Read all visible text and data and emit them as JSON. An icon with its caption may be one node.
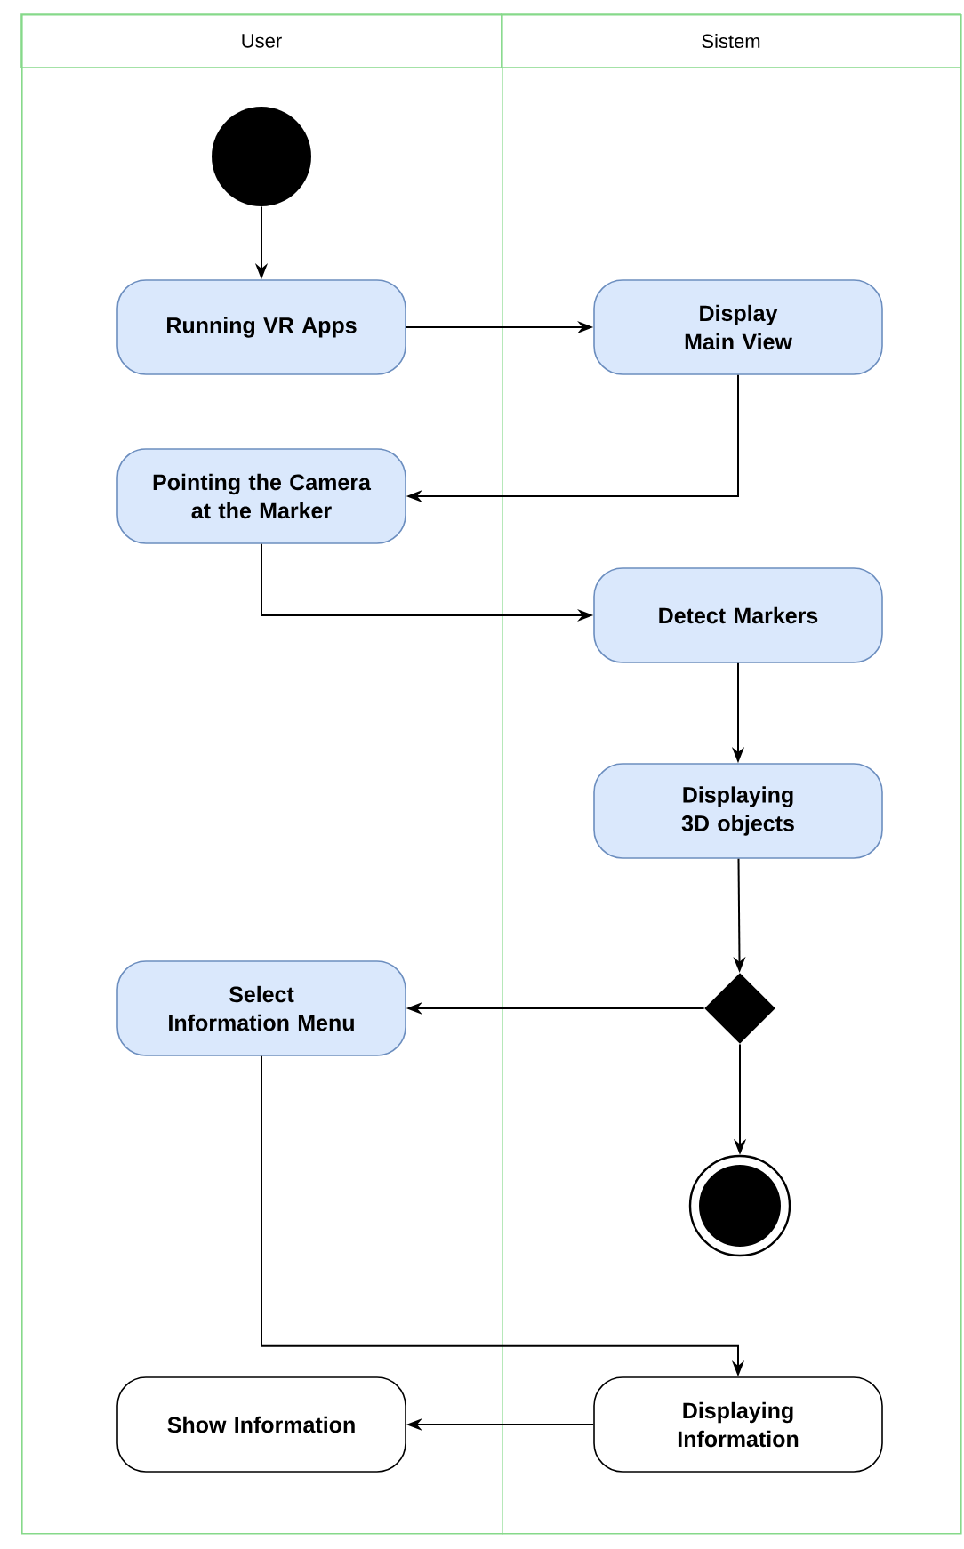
{
  "diagram": {
    "nodes": [
      {
        "text": [
          "User"
        ]
      },
      {
        "text": [
          "Sistem"
        ]
      },
      {
        "text": [],
        "shape": "circle",
        "in": 0
      },
      {
        "text": [
          "Running VR Apps"
        ],
        "in": 0
      },
      {
        "text": [
          "Display Main View"
        ],
        "in": 1
      },
      {
        "text": [
          "Pointing the Camera at the Marker"
        ],
        "in": 0
      },
      {
        "text": [
          "Detect Markers"
        ],
        "in": 1
      },
      {
        "text": [
          "Displaying 3D objects"
        ],
        "in": 1
      },
      {
        "text": [],
        "shape": "diamond",
        "in": 1
      },
      {
        "text": [
          "Select Information Menu"
        ],
        "in": 0
      },
      {
        "text": [],
        "shape": "circle",
        "in": 1
      },
      {
        "text": [
          "Show Information"
        ],
        "in": 0
      },
      {
        "text": [
          "Displaying Information"
        ],
        "in": 1
      }
    ],
    "edges": [
      {
        "from": 2,
        "to": 3,
        "arrow": "to"
      },
      {
        "from": 3,
        "to": 4,
        "arrow": "to"
      },
      {
        "from": 4,
        "to": 5,
        "arrow": "to"
      },
      {
        "from": 5,
        "to": 6,
        "arrow": "to"
      },
      {
        "from": 6,
        "to": 7,
        "arrow": "to"
      },
      {
        "from": 7,
        "to": 8,
        "arrow": "to"
      },
      {
        "from": 8,
        "to": 9,
        "arrow": "to"
      },
      {
        "from": 8,
        "to": 10,
        "arrow": "to"
      },
      {
        "from": 9,
        "to": 12,
        "arrow": "to"
      },
      {
        "from": 12,
        "to": 11,
        "arrow": "to"
      }
    ]
  }
}
